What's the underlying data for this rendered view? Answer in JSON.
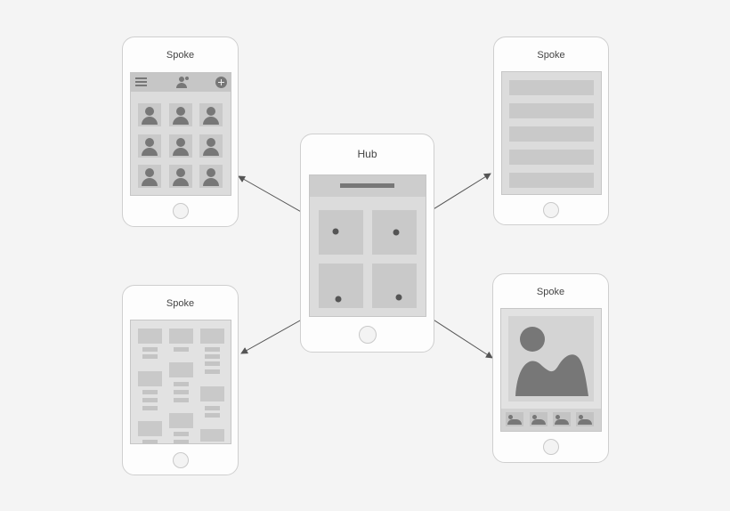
{
  "hub": {
    "title": "Hub"
  },
  "spokes": {
    "top_left": {
      "title": "Spoke"
    },
    "top_right": {
      "title": "Spoke"
    },
    "bottom_left": {
      "title": "Spoke"
    },
    "bottom_right": {
      "title": "Spoke"
    }
  },
  "colors": {
    "arrow": "#555555",
    "placeholder": "#777777",
    "panel": "#dcdcdc"
  }
}
